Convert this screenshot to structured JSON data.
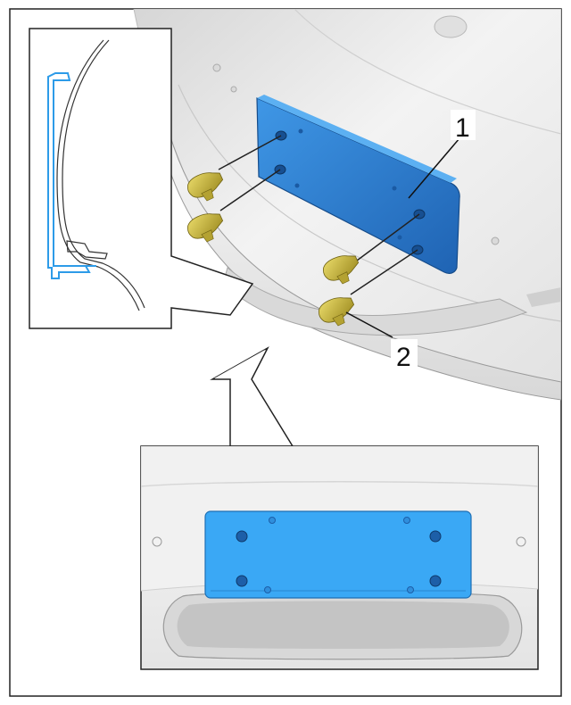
{
  "diagram": {
    "callouts": [
      {
        "id": "1",
        "text": "1"
      },
      {
        "id": "2",
        "text": "2"
      }
    ]
  },
  "colors": {
    "bracket_blue": "#2f7fd0",
    "bracket_blue_light": "#3aa8f5",
    "bumper_gray": "#e9e9e9",
    "outline": "#111111",
    "clip_yellow": "#c9b83a"
  },
  "icons": {
    "clip": "plastic-clip-icon",
    "hole": "mounting-hole-icon"
  }
}
